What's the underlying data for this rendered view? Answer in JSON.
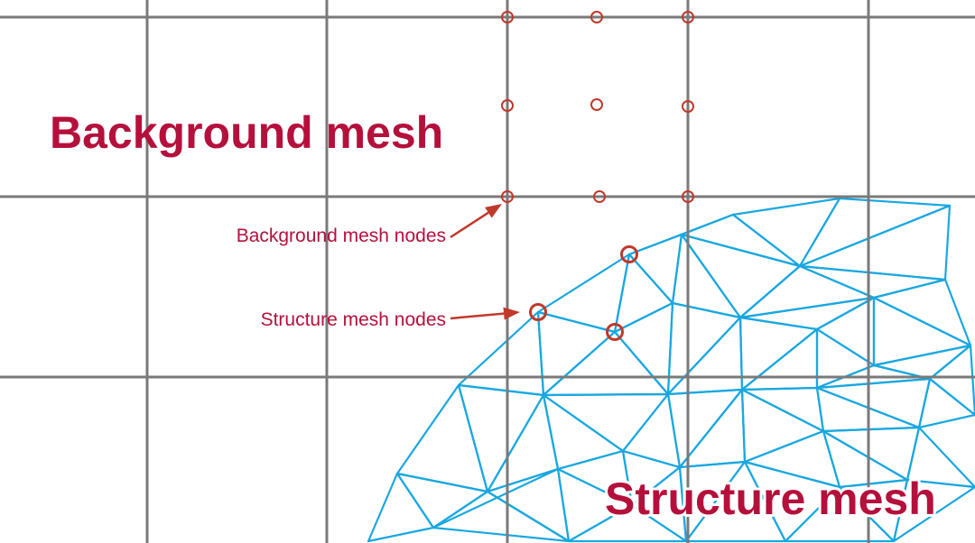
{
  "labels": {
    "background_mesh": "Background mesh",
    "structure_mesh": "Structure mesh",
    "background_mesh_nodes": "Background mesh nodes",
    "structure_mesh_nodes": "Structure mesh nodes"
  },
  "colors": {
    "label_text": "#b5103c",
    "node_marker": "#c0392b",
    "mesh_edge": "#1aa7e0",
    "grid": "#7a7a7a"
  }
}
